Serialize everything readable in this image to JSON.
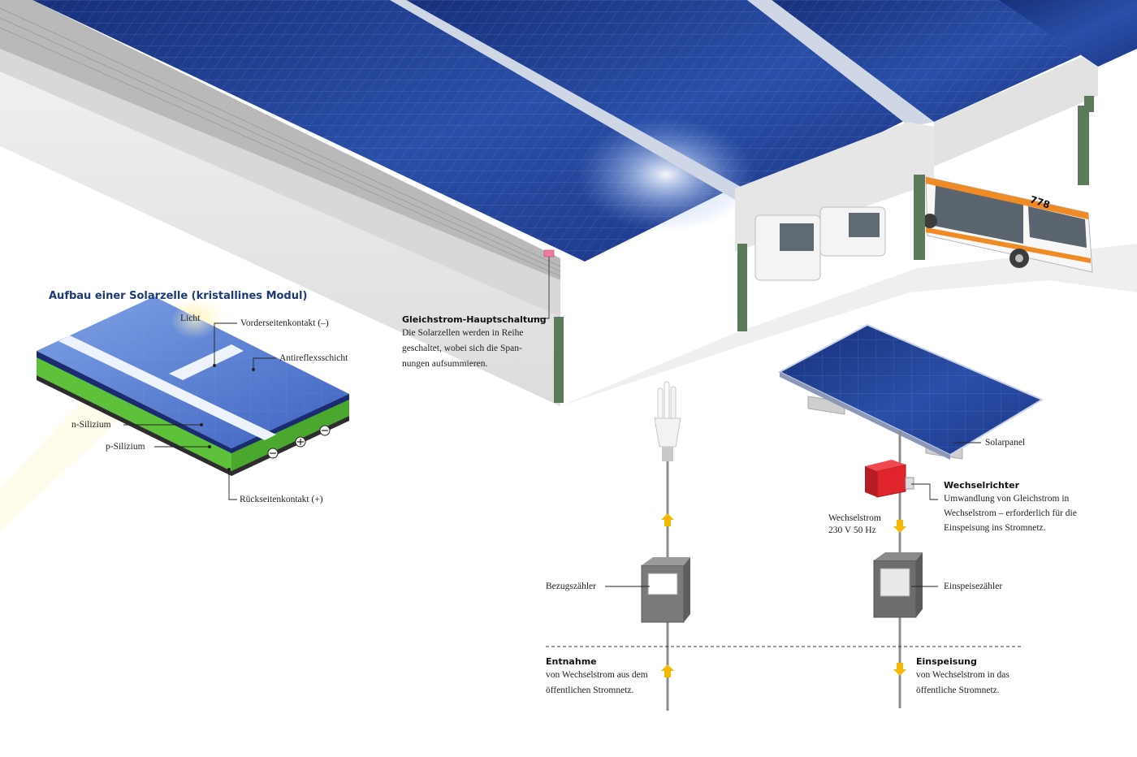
{
  "cell_diagram": {
    "title": "Aufbau einer Solarzelle (kristallines Modul)",
    "light": "Licht",
    "front_contact": "Vorderseitenkontakt (–)",
    "anti_reflex": "Antireflexsschicht",
    "n_silicon": "n-Silizium",
    "p_silicon": "p-Silizium",
    "back_contact": "Rückseitenkontakt (+)"
  },
  "dc_circuit": {
    "title": "Gleichstrom-Hauptschaltung",
    "text": [
      "Die Solarzellen werden in Reihe",
      "geschaltet, wobei sich die Span-",
      "nungen aufsummieren."
    ]
  },
  "bus_number": "778",
  "right_system": {
    "panel_label": "Solarpanel",
    "inverter_title": "Wechselrichter",
    "inverter_text": [
      "Umwandlung von Gleichstrom in",
      "Wechselstrom – erforderlich für die",
      "Einspeisung ins Stromnetz."
    ],
    "ac_label": [
      "Wechselstrom",
      "230 V 50 Hz"
    ],
    "feed_meter": "Einspeisezähler",
    "feed_title": "Einspeisung",
    "feed_text": [
      "von Wechselstrom in das",
      "öffentliche Stromnetz."
    ]
  },
  "left_system": {
    "meter": "Bezugszähler",
    "draw_title": "Entnahme",
    "draw_text": [
      "von Wechselstrom aus dem",
      "öffentlichen Stromnetz."
    ]
  },
  "colors": {
    "panel_blue": "#1d3a8f",
    "accent_yellow": "#f5b800",
    "inverter_red": "#e0242c",
    "title_blue": "#1c3a7a",
    "layer_green": "#5dc23a",
    "pillar_green": "#5a7a5a"
  }
}
